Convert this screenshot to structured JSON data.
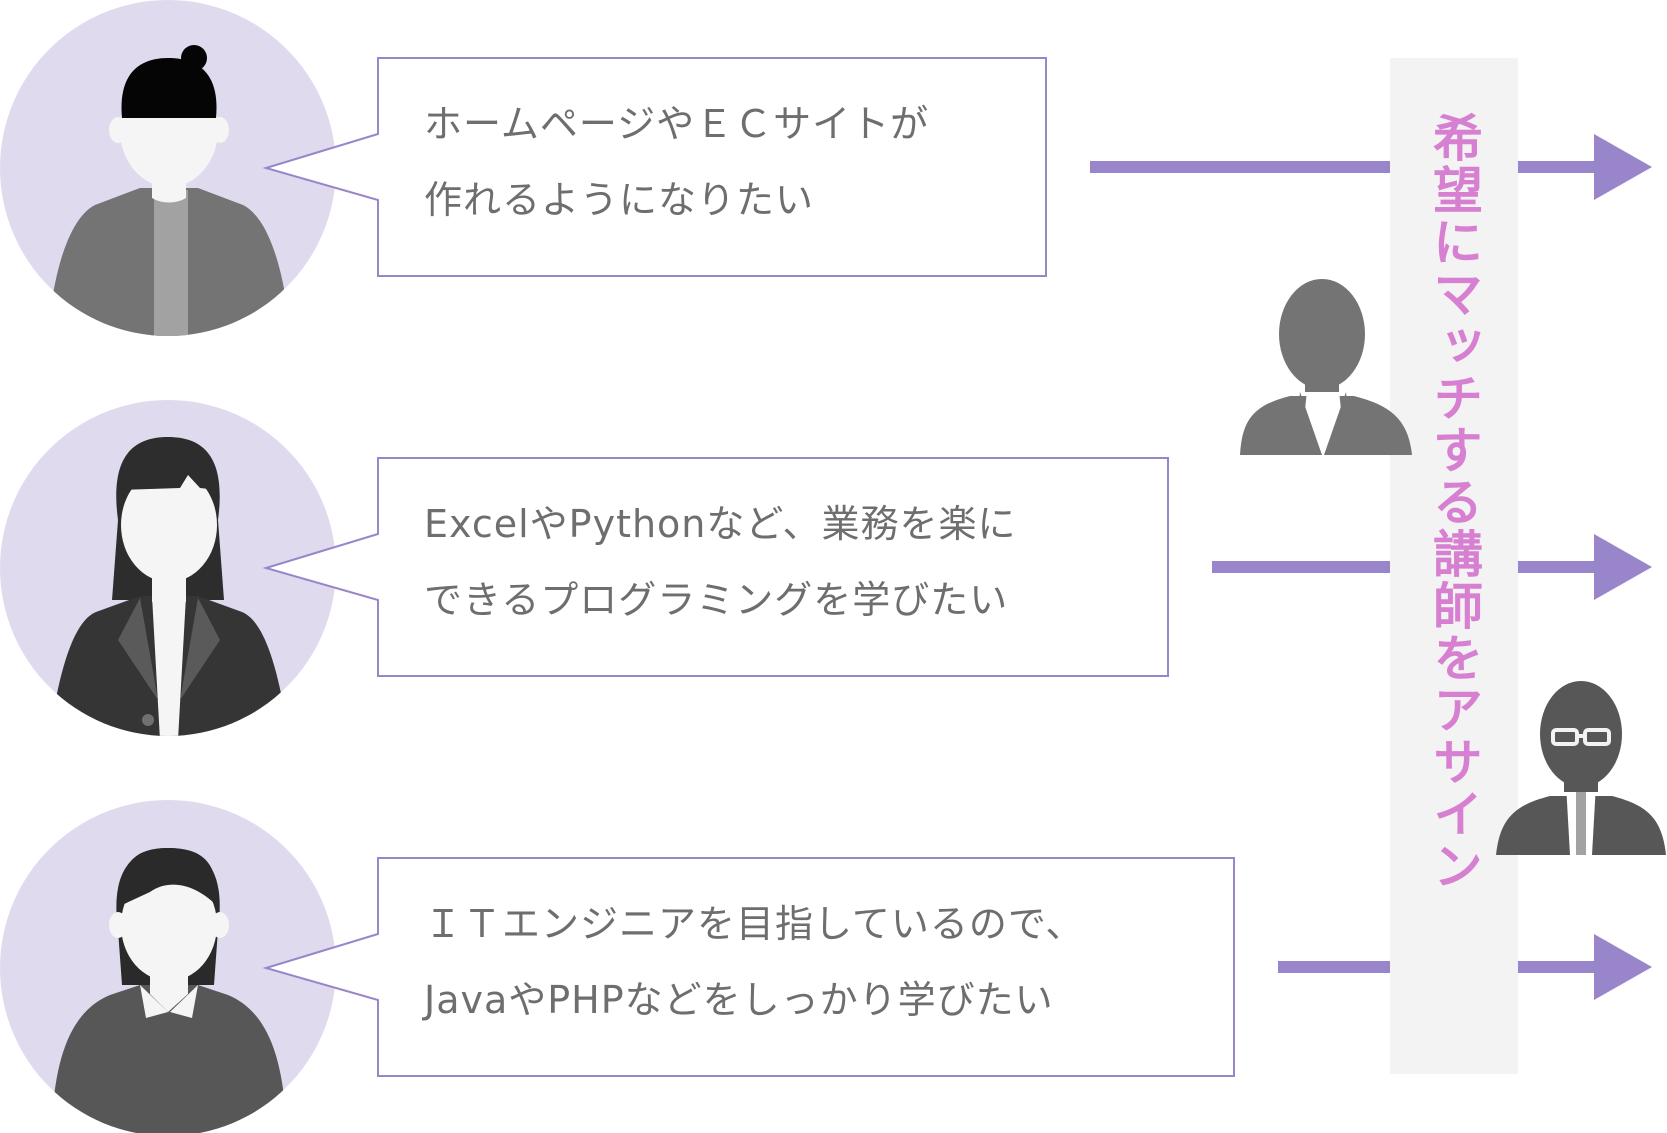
{
  "requests": [
    {
      "lines": [
        "ホームページやＥＣサイトが",
        "作れるようになりたい"
      ]
    },
    {
      "lines": [
        "ExcelやPythonなど、業務を楽に",
        "できるプログラミングを学びたい"
      ]
    },
    {
      "lines": [
        "ＩＴエンジニアを目指しているので、",
        "JavaやPHPなどをしっかり学びたい"
      ]
    }
  ],
  "match_label": "希望にマッチする講師をアサイン",
  "colors": {
    "accent_purple": "#9985ca",
    "circle_bg": "#e0daef",
    "label_pink": "#d77fd0",
    "label_panel": "#f3f3f3",
    "text_gray": "#6e6e6e"
  }
}
